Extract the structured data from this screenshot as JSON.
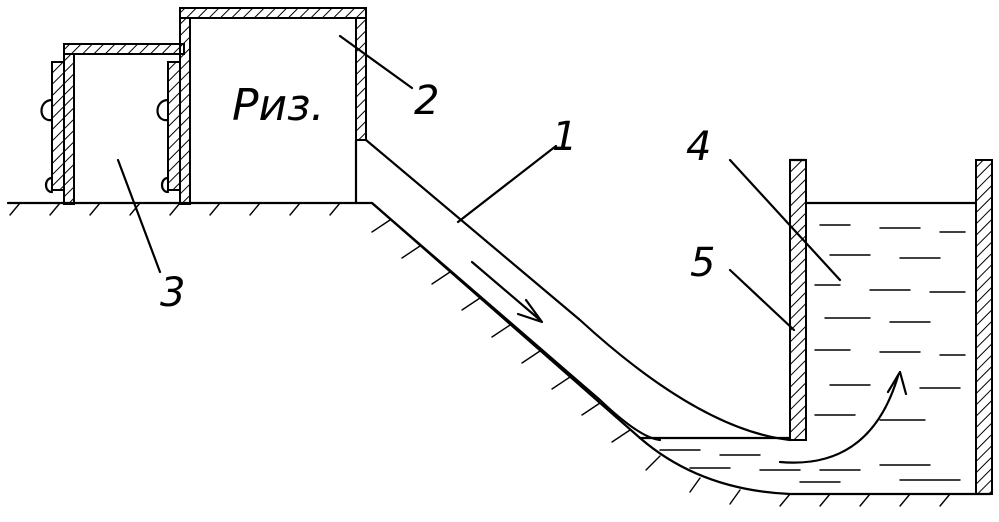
{
  "labels": {
    "pressure": "Риз.",
    "n1": "1",
    "n2": "2",
    "n3": "3",
    "n4": "4",
    "n5": "5"
  }
}
